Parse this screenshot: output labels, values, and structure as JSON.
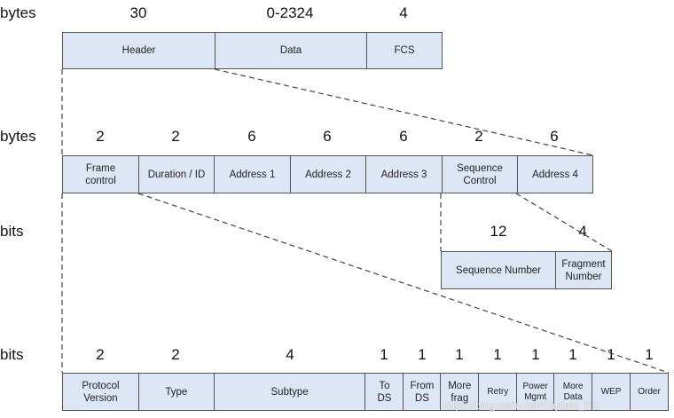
{
  "rows": {
    "frame": {
      "unit": "bytes",
      "sizes": [
        "30",
        "0-2324",
        "4"
      ],
      "fields": [
        "Header",
        "Data",
        "FCS"
      ]
    },
    "header": {
      "unit": "bytes",
      "sizes": [
        "2",
        "2",
        "6",
        "6",
        "6",
        "2",
        "6"
      ],
      "fields": [
        "Frame\ncontrol",
        "Duration / ID",
        "Address 1",
        "Address 2",
        "Address 3",
        "Sequence\nControl",
        "Address 4"
      ]
    },
    "seqctl": {
      "unit": "bits",
      "sizes": [
        "12",
        "4"
      ],
      "fields": [
        "Sequence Number",
        "Fragment\nNumber"
      ]
    },
    "framectl": {
      "unit": "bits",
      "sizes": [
        "2",
        "2",
        "4",
        "1",
        "1",
        "1",
        "1",
        "1",
        "1",
        "1",
        "1"
      ],
      "fields": [
        "Protocol\nVersion",
        "Type",
        "Subtype",
        "To\nDS",
        "From\nDS",
        "More\nfrag",
        "Retry",
        "Power\nMgmt",
        "More\nData",
        "WEP",
        "Order"
      ]
    }
  },
  "watermark": "https://blog.csdn.net/Captain_RB"
}
